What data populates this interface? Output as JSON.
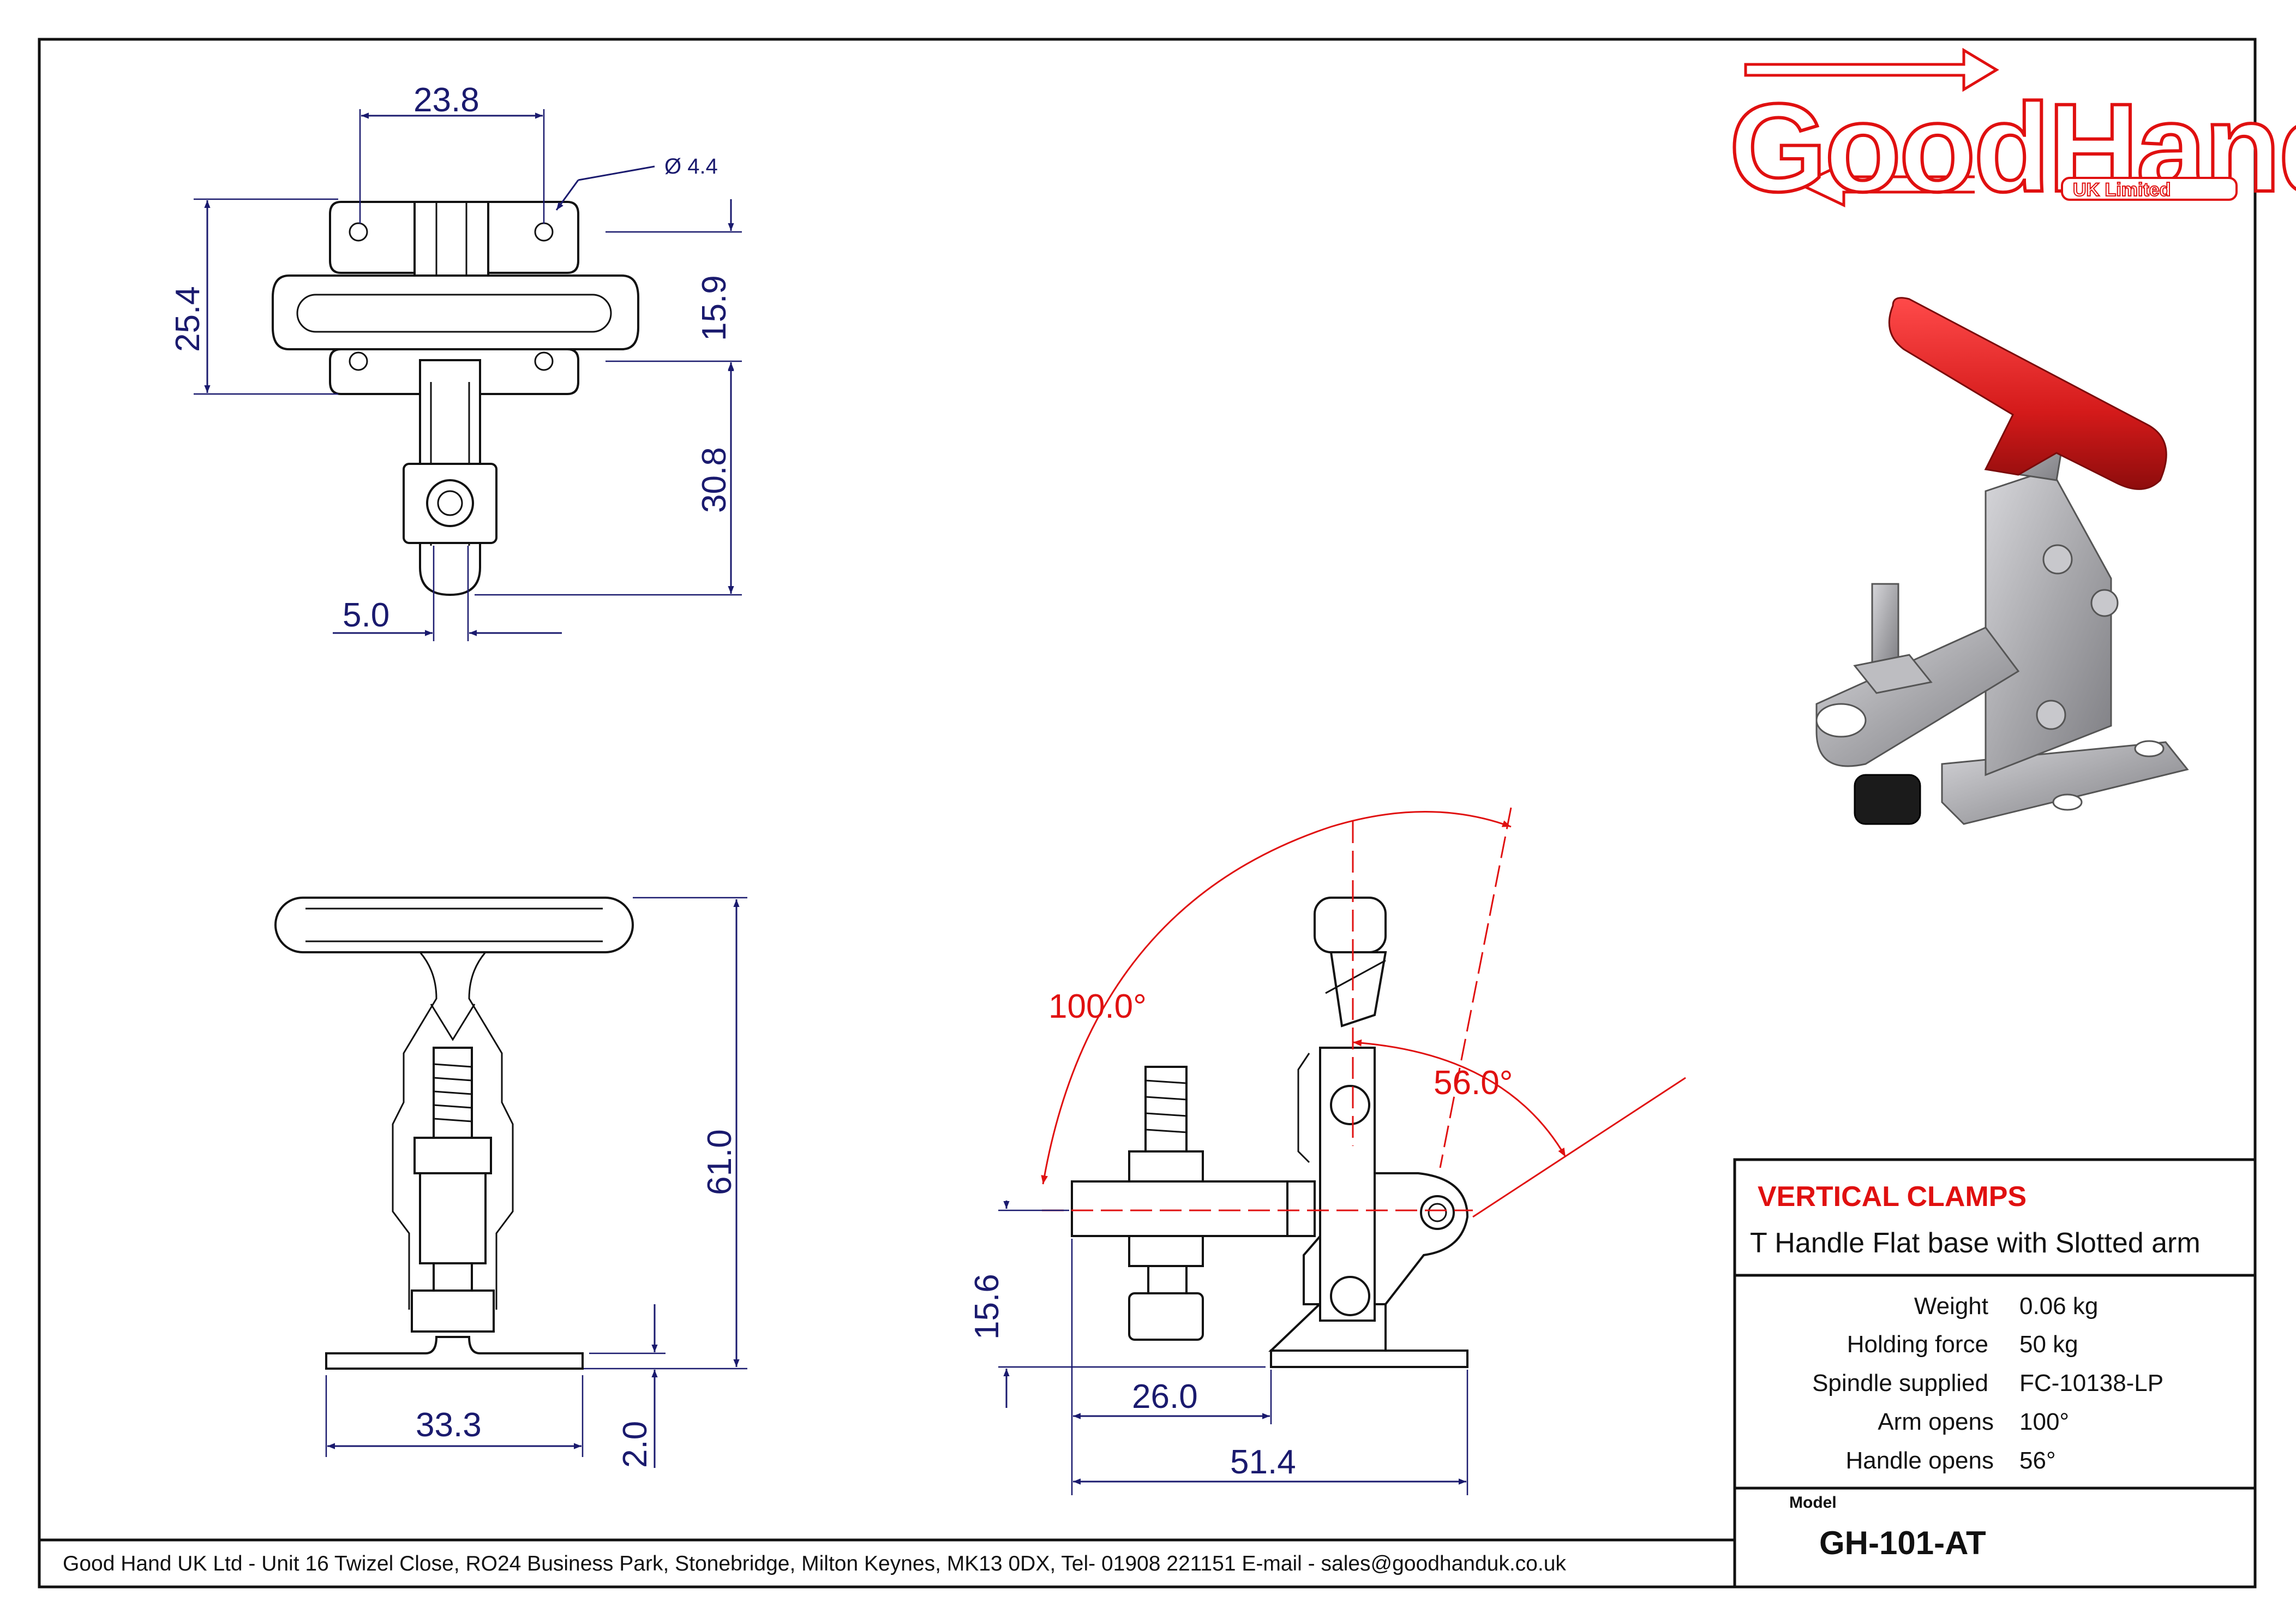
{
  "brand": {
    "name": "GoodHand",
    "subtitle": "UK Limited"
  },
  "dimensions": {
    "top_width": "23.8",
    "hole_dia": "Ø 4.4",
    "top_height": "25.4",
    "hole_spacing": "15.9",
    "arm_reach": "30.8",
    "slot_width": "5.0",
    "front_height": "61.0",
    "base_width": "33.3",
    "base_thickness": "2.0",
    "arm_height": "15.6",
    "spindle_offset": "26.0",
    "overall_length": "51.4"
  },
  "angles": {
    "arm_opens": "100.0°",
    "handle_opens": "56.0°"
  },
  "title_block": {
    "category": "VERTICAL CLAMPS",
    "description": "T Handle Flat base with Slotted arm",
    "specs": [
      {
        "label": "Weight",
        "value": "0.06 kg"
      },
      {
        "label": "Holding force",
        "value": "50 kg"
      },
      {
        "label": "Spindle supplied",
        "value": "FC-10138-LP"
      },
      {
        "label": "Arm opens",
        "value": "100°"
      },
      {
        "label": "Handle opens",
        "value": "56°"
      }
    ],
    "model_label": "Model",
    "model": "GH-101-AT"
  },
  "footer": {
    "address": "Good Hand UK Ltd  - Unit 16 Twizel Close, RO24 Business Park, Stonebridge, Milton Keynes, MK13 0DX,  Tel- 01908 221151  E-mail - sales@goodhanduk.co.uk"
  },
  "colors": {
    "brand_red": "#e01010",
    "dimension_blue": "#1a1a6e",
    "handle_red": "#d41a1a",
    "metal_grey": "#a8a8ac"
  }
}
